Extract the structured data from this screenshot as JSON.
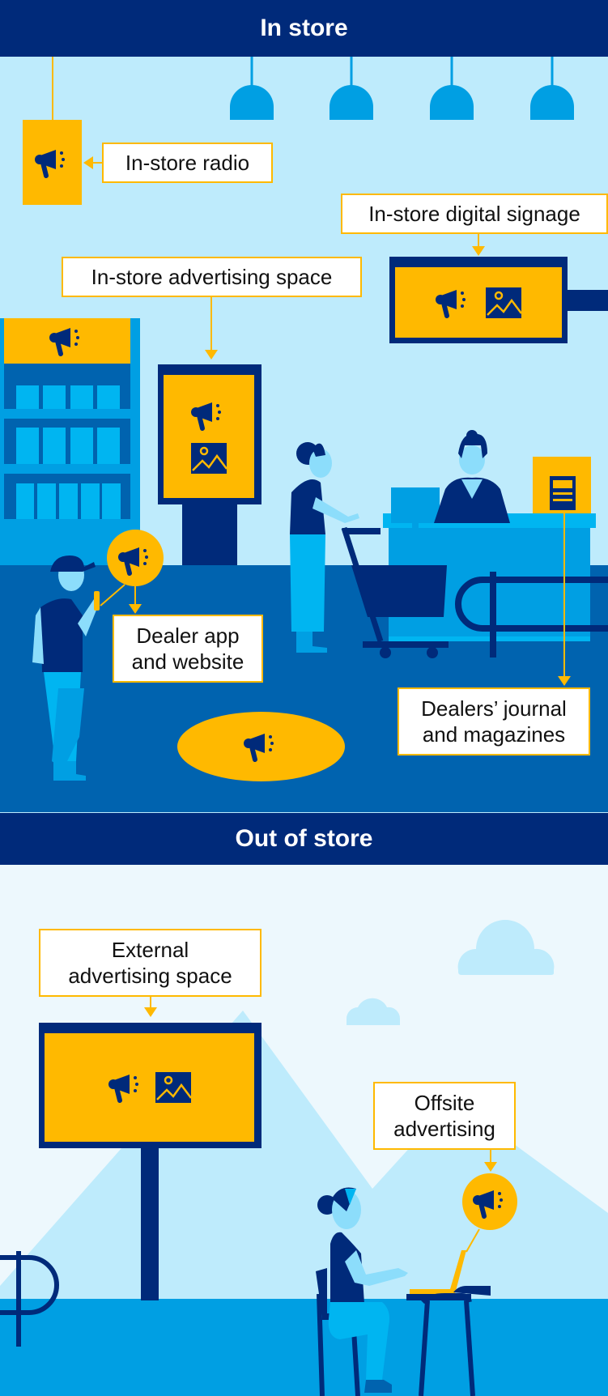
{
  "sections": {
    "in_store": {
      "title": "In store",
      "labels": {
        "radio": "In-store radio",
        "digital_signage": "In-store digital signage",
        "advertising_space": "In-store advertising space",
        "dealer_app": "Dealer app\nand website",
        "journal": "Dealers’ journal\nand magazines"
      }
    },
    "out_of_store": {
      "title": "Out of store",
      "labels": {
        "external_space": "External\nadvertising space",
        "offsite": "Offsite\nadvertising"
      }
    }
  },
  "colors": {
    "header_bg": "#002A7A",
    "accent_yellow": "#FFB900",
    "sky_light": "#BEEBFC",
    "floor_dark": "#0063AF",
    "mid_blue": "#009FE3",
    "bright_blue": "#00B5F1",
    "navy": "#002A7A",
    "outdoor_bg": "#EDF8FD"
  },
  "icons": [
    "megaphone-icon",
    "image-icon",
    "document-icon"
  ]
}
